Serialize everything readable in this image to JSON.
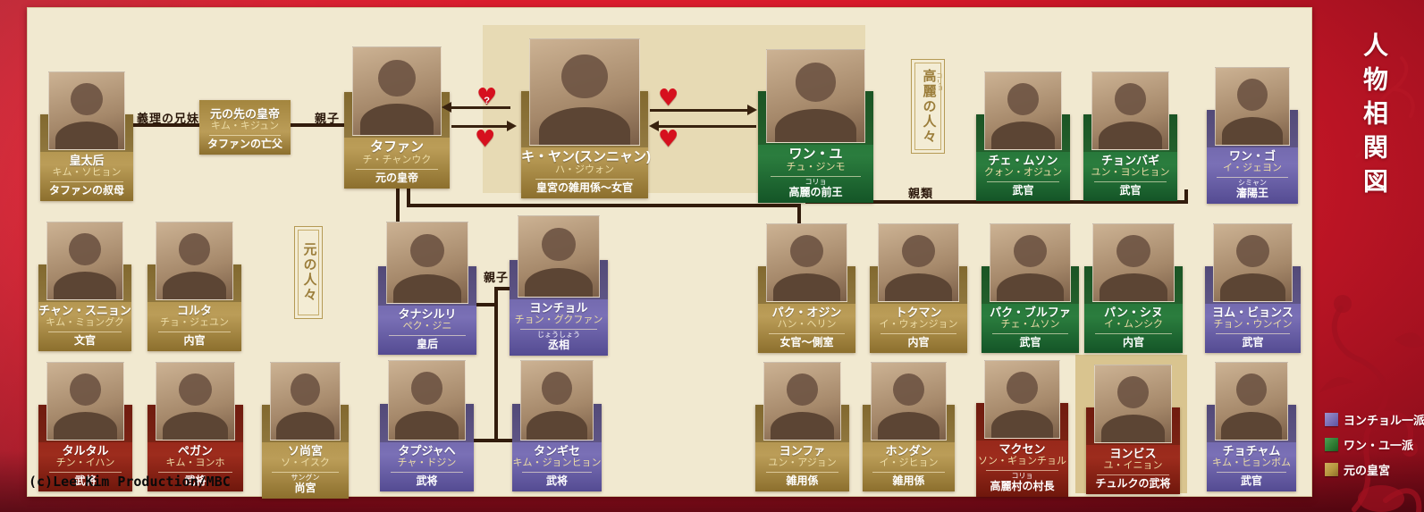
{
  "page_title": "人物相関図",
  "copyright": "(c)Lee Kim Production/MBC",
  "colors": {
    "background_red": "#d7192a",
    "parchment": "#f1e9d0",
    "highlight_panel": "#e7dab4",
    "line": "#321c0c",
    "heart_red": "#d6101e",
    "faction_yeoncheol": "#7b6fb5",
    "faction_wangyu": "#2f7d33",
    "faction_yuan_palace": "#b5963e",
    "faction_independent": "#8c2015"
  },
  "legend": {
    "items": [
      {
        "label": "ヨンチョル一派",
        "color": "#7b6fb5"
      },
      {
        "label": "ワン・ユ一派",
        "color": "#2f7d33"
      },
      {
        "label": "元の皇宮",
        "color": "#b5963e"
      }
    ]
  },
  "groups": [
    {
      "label": "高麗の人々",
      "furigana": "コリョ"
    },
    {
      "label": "元の人々",
      "furigana": ""
    }
  ],
  "relations": [
    {
      "label": "義理の兄妹"
    },
    {
      "label": "親子"
    },
    {
      "label": "親類"
    },
    {
      "label": "親子"
    }
  ],
  "hearts": [
    {
      "symbol": "♥",
      "mark": "?"
    },
    {
      "symbol": "♥",
      "mark": ""
    },
    {
      "symbol": "♥",
      "mark": ""
    },
    {
      "symbol": "♥",
      "mark": ""
    }
  ],
  "people": [
    {
      "name": "皇太后",
      "actor": "キム・ソヒョン",
      "role": "タファンの叔母",
      "faction": "yuan"
    },
    {
      "name": "元の先の皇帝",
      "actor": "キム・キジュン",
      "role": "タファンの亡父",
      "faction": "yuan"
    },
    {
      "name": "タファン",
      "actor": "チ・チャンウク",
      "role": "元の皇帝",
      "faction": "yuan"
    },
    {
      "name": "キ・ヤン(スンニャン)",
      "actor": "ハ・ジウォン",
      "role": "皇宮の雑用係〜女官",
      "faction": "yuan"
    },
    {
      "name": "ワン・ユ",
      "actor": "チュ・ジンモ",
      "role": "高麗の前王",
      "role_furigana": "コリョ",
      "faction": "wangyu"
    },
    {
      "name": "チェ・ムソン",
      "actor": "クォン・オジュン",
      "role": "武官",
      "faction": "wangyu"
    },
    {
      "name": "チョンバギ",
      "actor": "ユン・ヨンヒョン",
      "role": "武官",
      "faction": "wangyu"
    },
    {
      "name": "ワン・ゴ",
      "actor": "イ・ジェヨン",
      "role": "瀋陽王",
      "role_furigana": "シミャン",
      "faction": "yeoncheol"
    },
    {
      "name": "チャン・スニョン",
      "actor": "キム・ミョングク",
      "role": "文官",
      "faction": "yuan"
    },
    {
      "name": "コルタ",
      "actor": "チョ・ジェユン",
      "role": "内官",
      "faction": "yuan"
    },
    {
      "name": "タナシルリ",
      "actor": "ペク・ジニ",
      "role": "皇后",
      "faction": "yeoncheol"
    },
    {
      "name": "ヨンチョル",
      "actor": "チョン・グクファン",
      "role": "丞相",
      "role_furigana": "じょうしょう",
      "faction": "yeoncheol"
    },
    {
      "name": "パク・オジン",
      "actor": "ハン・ヘリン",
      "role": "女官〜側室",
      "faction": "yuan"
    },
    {
      "name": "トクマン",
      "actor": "イ・ウォンジョン",
      "role": "内官",
      "faction": "yuan"
    },
    {
      "name": "パク・ブルファ",
      "actor": "チェ・ムソン",
      "role": "武官",
      "faction": "wangyu"
    },
    {
      "name": "パン・シヌ",
      "actor": "イ・ムンシク",
      "role": "内官",
      "faction": "wangyu"
    },
    {
      "name": "ヨム・ビョンス",
      "actor": "チョン・ウンイン",
      "role": "武官",
      "faction": "yeoncheol"
    },
    {
      "name": "タルタル",
      "actor": "チン・イハン",
      "role": "武将",
      "faction": "independent"
    },
    {
      "name": "ペガン",
      "actor": "キム・ヨンホ",
      "role": "武将",
      "faction": "independent"
    },
    {
      "name": "ソ尚宮",
      "actor": "ソ・イスク",
      "role": "尚宮",
      "role_furigana": "サングン",
      "faction": "yuan"
    },
    {
      "name": "タプジャヘ",
      "actor": "チャ・ドジン",
      "role": "武将",
      "faction": "yeoncheol"
    },
    {
      "name": "タンギセ",
      "actor": "キム・ジョンヒョン",
      "role": "武将",
      "faction": "yeoncheol"
    },
    {
      "name": "ヨンファ",
      "actor": "ユン・アジョン",
      "role": "雑用係",
      "faction": "yuan"
    },
    {
      "name": "ホンダン",
      "actor": "イ・ジヒョン",
      "role": "雑用係",
      "faction": "yuan"
    },
    {
      "name": "マクセン",
      "actor": "ソン・ギョンチョル",
      "role": "高麗村の村長",
      "role_furigana": "コリョ",
      "faction": "independent"
    },
    {
      "name": "ヨンビス",
      "actor": "ユ・イニョン",
      "role": "チュルクの武将",
      "faction": "independent"
    },
    {
      "name": "チョチャム",
      "actor": "キム・ヒョンボム",
      "role": "武官",
      "faction": "yeoncheol"
    }
  ]
}
